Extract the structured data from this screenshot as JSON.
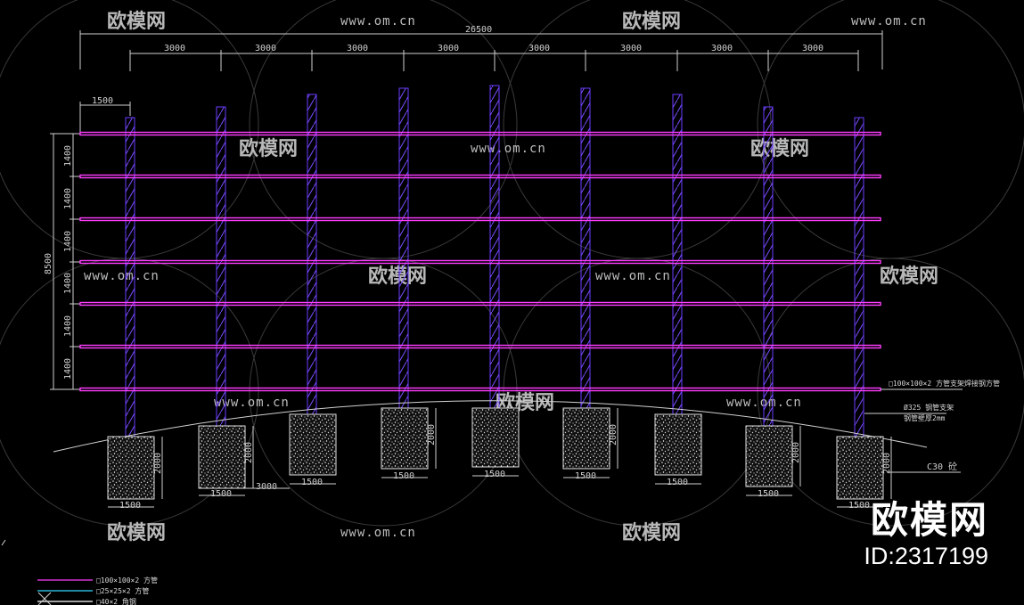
{
  "dimensions": {
    "total_width": "26500",
    "bay_width": "3000",
    "bays": [
      "3000",
      "3000",
      "3000",
      "3000",
      "3000",
      "3000",
      "3000",
      "3000"
    ],
    "edge_offset": "1500",
    "total_height": "8500",
    "row_spacing": [
      "1400",
      "1400",
      "1400",
      "1400",
      "1400",
      "1400"
    ],
    "footing_width": "1500",
    "footing_depth": "2000",
    "footing_spacing": "3000"
  },
  "annotations": {
    "beam_spec": "□100×100×2 方管支架焊接钢方管",
    "pipe_spec": "Ø325 钢管支架",
    "pipe_sub": "钢管壁厚2mm",
    "concrete": "C30 砼"
  },
  "legend": [
    {
      "label": "□100×100×2 方管",
      "color": "#ff3cff"
    },
    {
      "label": "□25×25×2 方管",
      "color": "#35d6ff"
    },
    {
      "label": "□40×2 角钢",
      "color": "#ffffff"
    }
  ],
  "watermark": {
    "url": "www.om.cn",
    "name": "欧模网"
  },
  "brand": {
    "name": "欧模网",
    "id": "ID:2317199"
  },
  "colors": {
    "beam": "#ff3cff",
    "column": "#6a3dff",
    "dimension": "#cfcfcf",
    "background": "#000000"
  }
}
